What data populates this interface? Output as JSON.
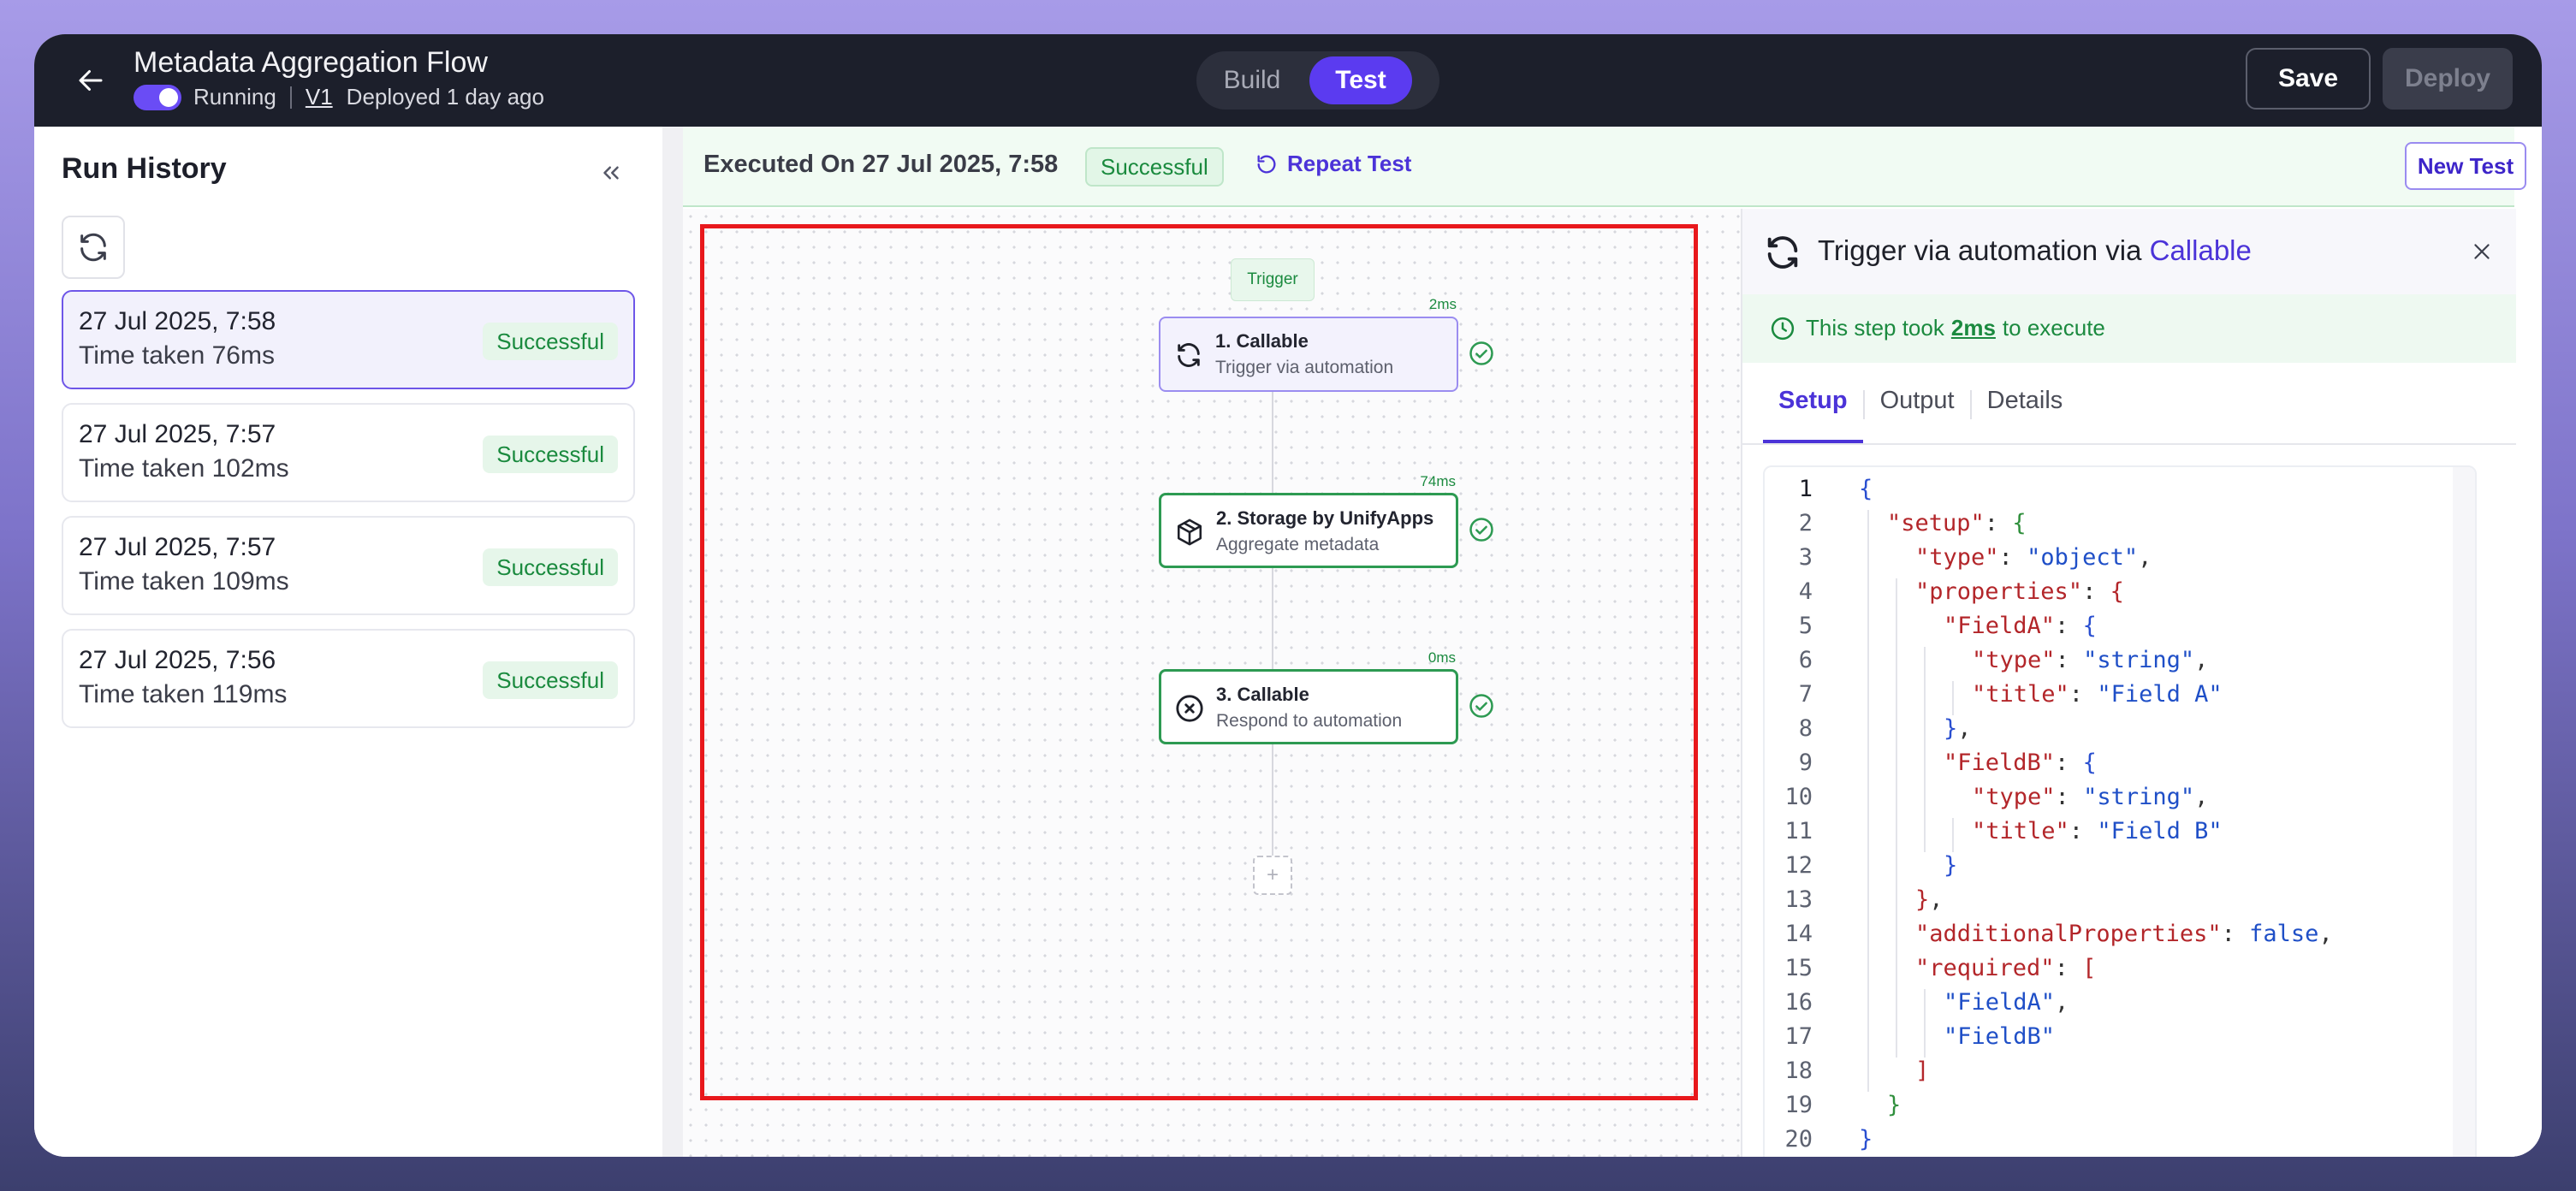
{
  "header": {
    "title": "Metadata Aggregation Flow",
    "status": "Running",
    "version": "V1",
    "deployed": "Deployed 1 day ago",
    "mode_build": "Build",
    "mode_test": "Test",
    "save_label": "Save",
    "deploy_label": "Deploy"
  },
  "sidebar": {
    "title": "Run History",
    "runs": [
      {
        "date": "27 Jul 2025, 7:58",
        "time": "Time taken 76ms",
        "status": "Successful"
      },
      {
        "date": "27 Jul 2025, 7:57",
        "time": "Time taken 102ms",
        "status": "Successful"
      },
      {
        "date": "27 Jul 2025, 7:57",
        "time": "Time taken 109ms",
        "status": "Successful"
      },
      {
        "date": "27 Jul 2025, 7:56",
        "time": "Time taken 119ms",
        "status": "Successful"
      }
    ]
  },
  "execution": {
    "executed_on": "Executed On 27 Jul 2025, 7:58",
    "status": "Successful",
    "repeat_label": "Repeat Test",
    "new_test_label": "New Test"
  },
  "flow": {
    "trigger_label": "Trigger",
    "nodes": [
      {
        "title": "1. Callable",
        "subtitle": "Trigger via automation",
        "duration": "2ms",
        "icon": "sync-icon"
      },
      {
        "title": "2. Storage by UnifyApps",
        "subtitle": "Aggregate metadata",
        "duration": "74ms",
        "icon": "cube-icon"
      },
      {
        "title": "3. Callable",
        "subtitle": "Respond to automation",
        "duration": "0ms",
        "icon": "x-circle-icon"
      }
    ],
    "add_label": "+"
  },
  "panel": {
    "title_prefix": "Trigger via automation via ",
    "title_highlight": "Callable",
    "took_prefix": "This step took",
    "took_value": "2ms",
    "took_suffix": "to execute",
    "tabs": [
      "Setup",
      "Output",
      "Details"
    ],
    "active_tab": "Setup",
    "code_lines": [
      "{",
      "\"setup\": {",
      "\"type\": \"object\",",
      "\"properties\": {",
      "\"FieldA\": {",
      "\"type\": \"string\",",
      "\"title\": \"Field A\"",
      "},",
      "\"FieldB\": {",
      "\"type\": \"string\",",
      "\"title\": \"Field B\"",
      "}",
      "},",
      "\"additionalProperties\": false,",
      "\"required\": [",
      "\"FieldA\",",
      "\"FieldB\"",
      "]",
      "}",
      "}"
    ]
  },
  "colors": {
    "accent": "#5b3bf0",
    "success": "#1a8a3e",
    "highlight_border": "#e8181c"
  }
}
